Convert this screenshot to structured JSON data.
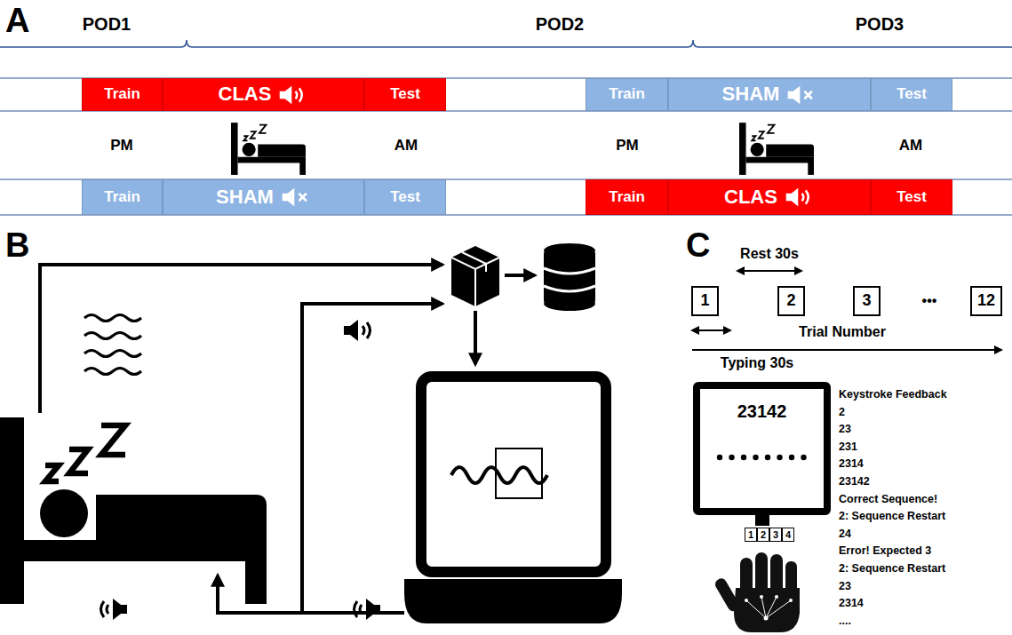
{
  "diagram": {
    "nodes": [
      {
        "text": [
          "Train"
        ]
      },
      {
        "text": [
          "CLAS"
        ]
      },
      {
        "text": [
          "Test"
        ]
      },
      {
        "text": [
          "Train"
        ]
      },
      {
        "text": [
          "SHAM"
        ]
      },
      {
        "text": [
          "Test"
        ]
      },
      {
        "text": [
          "Train"
        ]
      },
      {
        "text": [
          "SHAM"
        ]
      },
      {
        "text": [
          "Test"
        ]
      },
      {
        "text": [
          "Train"
        ]
      },
      {
        "text": [
          "CLAS"
        ]
      },
      {
        "text": [
          "Test"
        ]
      },
      {
        "text": [
          "1"
        ]
      },
      {
        "text": [
          "2"
        ]
      },
      {
        "text": [
          "3"
        ]
      },
      {
        "text": [
          "12"
        ]
      },
      {
        "text": [
          "23142"
        ]
      },
      {
        "text": [
          "1"
        ]
      },
      {
        "text": [
          "2"
        ]
      },
      {
        "text": [
          "3"
        ]
      },
      {
        "text": [
          "4"
        ]
      }
    ],
    "labels": [
      "A",
      "POD1",
      "POD2",
      "POD3",
      "PM",
      "AM",
      "PM",
      "AM",
      "B",
      "C",
      "Rest 30s",
      "•••",
      "Trial Number",
      "Typing 30s",
      "Keystroke Feedback",
      "2",
      "23",
      "231",
      "2314",
      "23142",
      "Correct Sequence!",
      "2: Sequence Restart",
      "24",
      "Error! Expected 3",
      "2: Sequence Restart",
      "23",
      "2314",
      "...."
    ]
  }
}
